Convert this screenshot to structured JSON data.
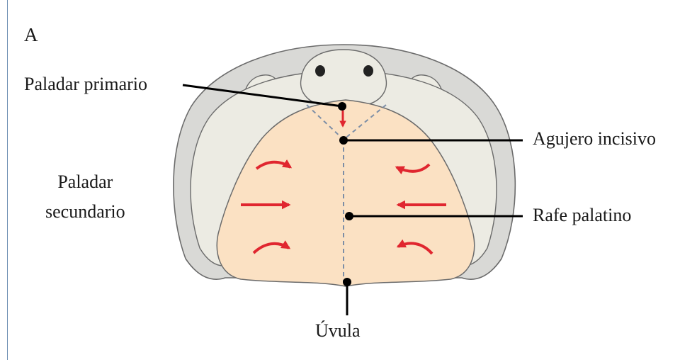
{
  "panel_letter": "A",
  "labels": {
    "paladar_primario": "Paladar primario",
    "paladar_secundario_line1": "Paladar",
    "paladar_secundario_line2": "secundario",
    "agujero_incisivo": "Agujero incisivo",
    "rafe_palatino": "Rafe palatino",
    "uvula": "Úvula"
  },
  "colors": {
    "outer_tissue": "#d9d9d6",
    "inner_tissue": "#ecebe3",
    "palate_fill": "#fbe1c3",
    "outline": "#6b6b6b",
    "arrow_red": "#e0262f",
    "dashed_line": "#7d8ea6",
    "leader_line": "#000000"
  },
  "icons": [
    "red-arrow-icon",
    "nostril-icon",
    "leader-dot-icon"
  ]
}
